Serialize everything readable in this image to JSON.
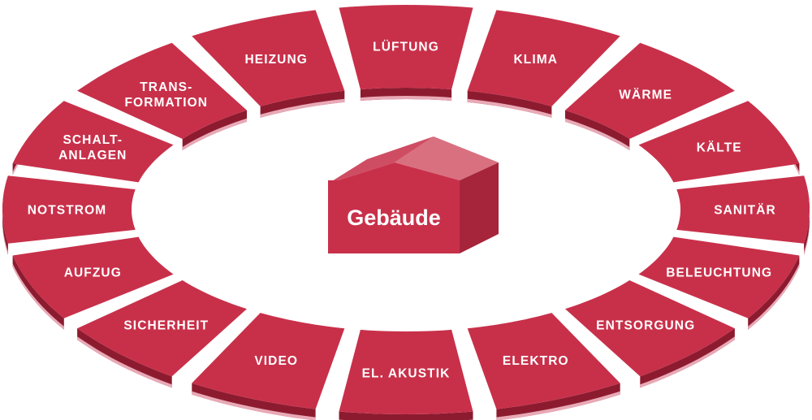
{
  "center": {
    "label": "Gebäude"
  },
  "colors": {
    "accent": "#c8304a",
    "side": "#8d1b30",
    "highlight": "#e9a9b6"
  },
  "segments": [
    {
      "key": "lueftung",
      "lines": [
        "LÜFTUNG"
      ]
    },
    {
      "key": "klima",
      "lines": [
        "KLIMA"
      ]
    },
    {
      "key": "waerme",
      "lines": [
        "WÄRME"
      ]
    },
    {
      "key": "kaelte",
      "lines": [
        "KÄLTE"
      ]
    },
    {
      "key": "sanitaer",
      "lines": [
        "SANITÄR"
      ]
    },
    {
      "key": "beleuchtung",
      "lines": [
        "BELEUCHTUNG"
      ]
    },
    {
      "key": "entsorgung",
      "lines": [
        "ENTSORGUNG"
      ]
    },
    {
      "key": "elektro",
      "lines": [
        "ELEKTRO"
      ]
    },
    {
      "key": "el-akustik",
      "lines": [
        "EL. AKUSTIK"
      ]
    },
    {
      "key": "video",
      "lines": [
        "VIDEO"
      ]
    },
    {
      "key": "sicherheit",
      "lines": [
        "SICHERHEIT"
      ]
    },
    {
      "key": "aufzug",
      "lines": [
        "AUFZUG"
      ]
    },
    {
      "key": "notstrom",
      "lines": [
        "NOTSTROM"
      ]
    },
    {
      "key": "schaltanlagen",
      "lines": [
        "SCHALT-",
        "ANLAGEN"
      ]
    },
    {
      "key": "transformation",
      "lines": [
        "TRANS-",
        "FORMATION"
      ]
    },
    {
      "key": "heizung",
      "lines": [
        "HEIZUNG"
      ]
    }
  ]
}
